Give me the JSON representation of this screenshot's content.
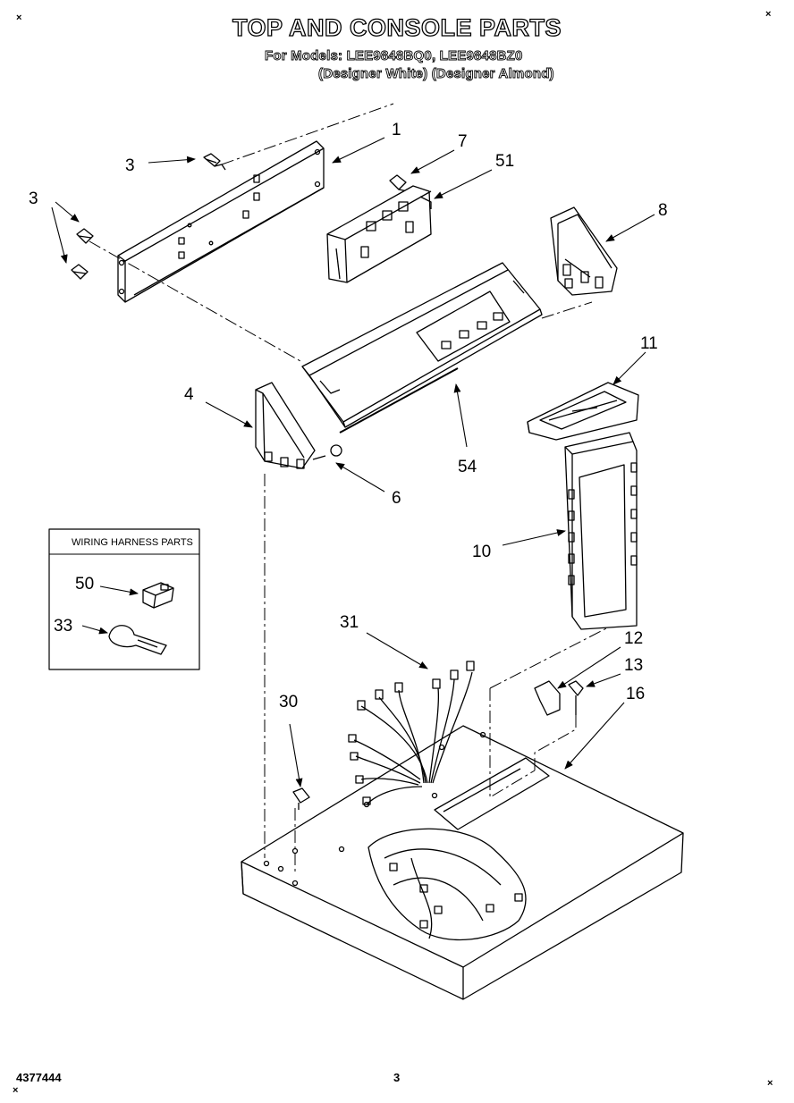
{
  "header": {
    "title": "TOP AND CONSOLE PARTS",
    "models_line": "For Models: LEE9848BQ0, LEE9848BZ0",
    "colors_line": "(Designer White) (Designer Almond)"
  },
  "corner_marks": [
    "×",
    "×",
    "×",
    "×"
  ],
  "callouts": {
    "c1": "1",
    "c3a": "3",
    "c3b": "3",
    "c7": "7",
    "c51": "51",
    "c8": "8",
    "c4": "4",
    "c54": "54",
    "c6": "6",
    "c11": "11",
    "c10": "10",
    "c50": "50",
    "c33": "33",
    "c31": "31",
    "c12": "12",
    "c13": "13",
    "c16": "16",
    "c30": "30"
  },
  "inset": {
    "title": "WIRING HARNESS PARTS"
  },
  "footer": {
    "doc_number": "4377444",
    "page_number": "3"
  }
}
